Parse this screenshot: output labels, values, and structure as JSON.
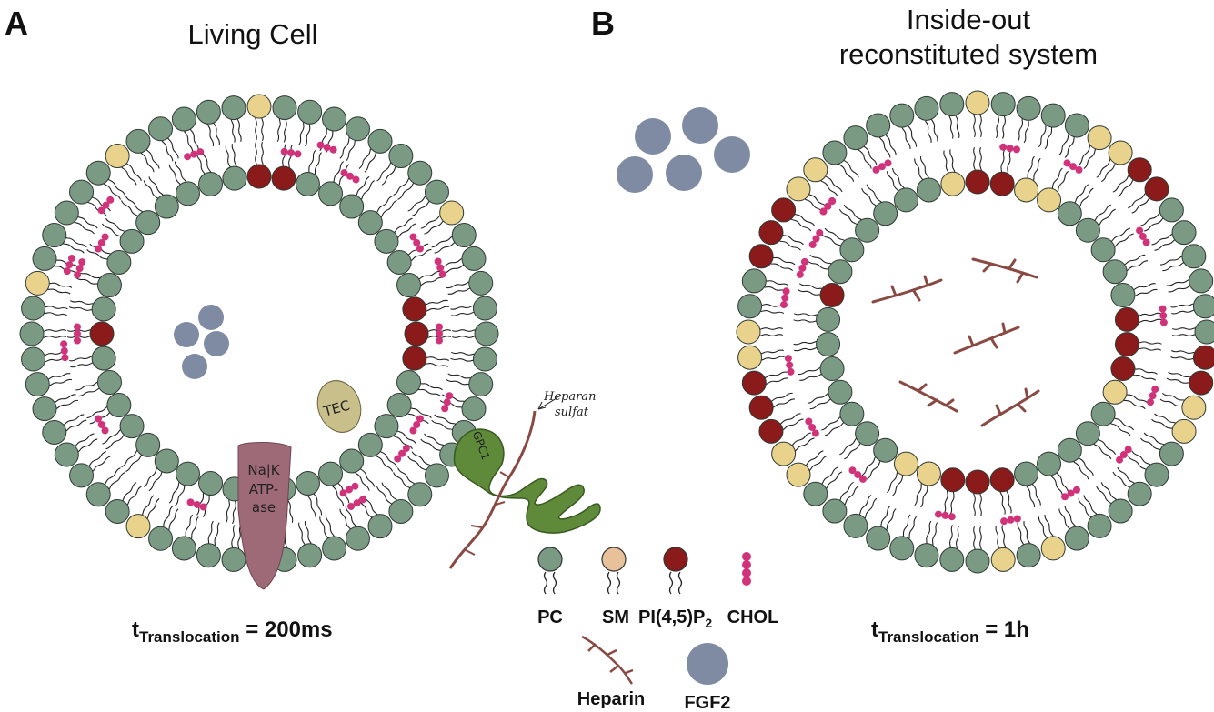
{
  "panel_a": {
    "letter": "A",
    "title": "Living Cell",
    "t_main": "t",
    "t_sub": "Translocation",
    "t_value": " = 200ms",
    "nak_line1": "Na|K",
    "nak_line2": "ATP-",
    "nak_line3": "ase",
    "tec_label": "TEC",
    "gpc_label": "GPC1",
    "heparan_line1": "Heparan",
    "heparan_line2": "sulfat"
  },
  "panel_b": {
    "letter": "B",
    "title_line1": "Inside-out",
    "title_line2": "reconstituted system",
    "t_main": "t",
    "t_sub": "Translocation",
    "t_value": " = 1h"
  },
  "legend": {
    "pc": "PC",
    "sm": "SM",
    "pip2_main": "PI(4,5)P",
    "pip2_sub": "2",
    "chol": "CHOL",
    "heparin": "Heparin",
    "fgf2": "FGF2"
  },
  "colors": {
    "pc": "#7a9a84",
    "sm": "#e8d28c",
    "pip2": "#8b1a1a",
    "chol": "#d1337a",
    "fgf2": "#7e8ba3",
    "heparin": "#8a4a44",
    "nak": "#9e6a78",
    "gpc": "#5e8a3a",
    "tec": "#c9bf8a"
  }
}
